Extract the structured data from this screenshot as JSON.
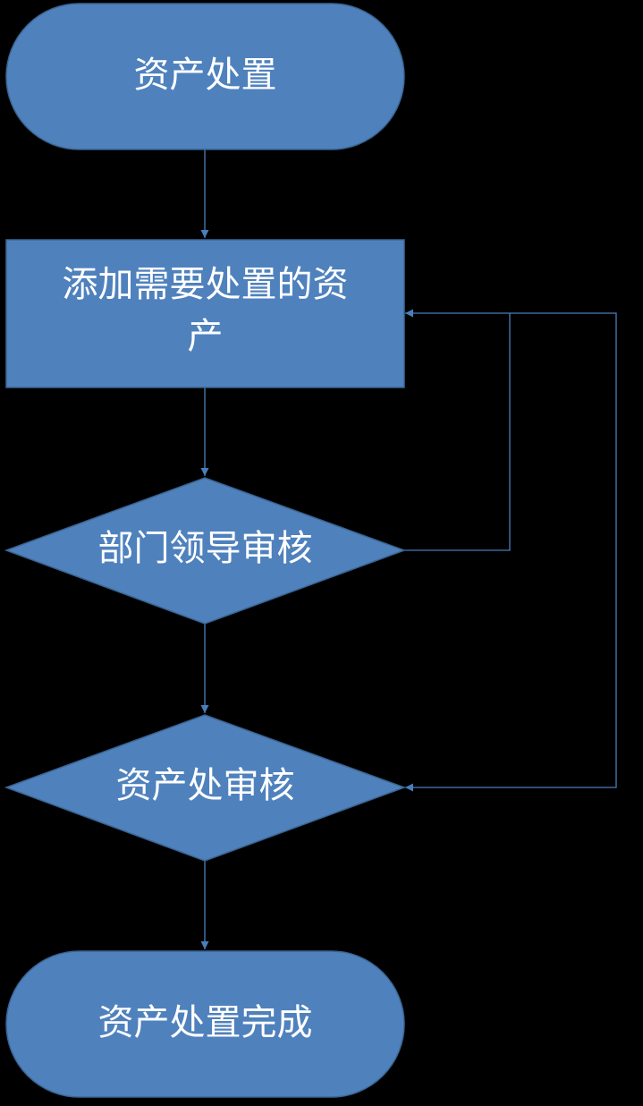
{
  "colors": {
    "background": "#000000",
    "node_fill": "#4f81bd",
    "node_stroke": "#3a6593",
    "connector": "#4a7ebb",
    "text": "#ffffff"
  },
  "nodes": {
    "start": {
      "shape": "terminator",
      "label": "资产处置"
    },
    "add_assets": {
      "shape": "process",
      "label_line1": "添加需要处置的资",
      "label_line2": "产"
    },
    "dept_review": {
      "shape": "decision",
      "label": "部门领导审核"
    },
    "asset_review": {
      "shape": "decision",
      "label": "资产处审核"
    },
    "end": {
      "shape": "terminator",
      "label": "资产处置完成"
    }
  },
  "edges": [
    {
      "from": "start",
      "to": "add_assets"
    },
    {
      "from": "add_assets",
      "to": "dept_review"
    },
    {
      "from": "dept_review",
      "to": "asset_review"
    },
    {
      "from": "dept_review",
      "to": "add_assets"
    },
    {
      "from": "asset_review",
      "to": "end"
    },
    {
      "from": "add_assets",
      "to": "asset_review"
    }
  ]
}
